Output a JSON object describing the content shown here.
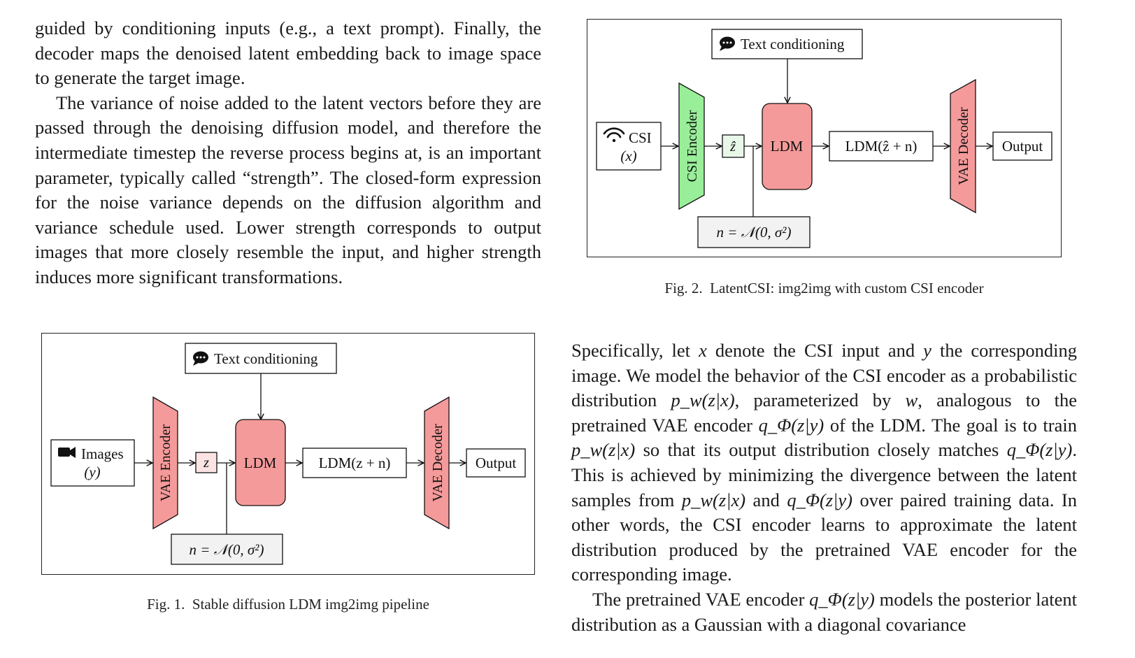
{
  "left_column": {
    "para1": "guided by conditioning inputs (e.g., a text prompt). Finally, the decoder maps the denoised latent embedding back to image space to generate the target image.",
    "para2": "The variance of noise added to the latent vectors before they are passed through the denoising diffusion model, and therefore the intermediate timestep the reverse process begins at, is an important parameter, typically called “strength”. The closed-form expression for the noise variance depends on the diffusion algorithm and variance schedule used. Lower strength corresponds to output images that more closely re­semble the input, and higher strength induces more significant transformations."
  },
  "fig1": {
    "caption": "Fig. 1.  Stable diffusion LDM img2img pipeline",
    "text_conditioning": "Text conditioning",
    "input_label": "Images",
    "input_var": "(y)",
    "encoder": "VAE Encoder",
    "latent": "z",
    "ldm": "LDM",
    "ldm_out": "LDM(z + n)",
    "decoder": "VAE Decoder",
    "output": "Output",
    "noise": "n = 𝒩(0, σ²)",
    "colors": {
      "red": "#f59a9a",
      "pink_box": "#fde4e4",
      "gray_box": "#f2f2f2"
    },
    "icons": {
      "conditioning": "speech-bubble-icon",
      "input": "video-camera-icon"
    }
  },
  "fig2": {
    "caption": "Fig. 2.  LatentCSI: img2img with custom CSI encoder",
    "text_conditioning": "Text conditioning",
    "input_label": "CSI",
    "input_var": "(x)",
    "encoder": "CSI Encoder",
    "latent": "ẑ",
    "ldm": "LDM",
    "ldm_out": "LDM(ẑ + n)",
    "decoder": "VAE Decoder",
    "output": "Output",
    "noise": "n = 𝒩(0, σ²)",
    "colors": {
      "green": "#99ee99",
      "green_box": "#e8f8e8",
      "red": "#f59a9a",
      "gray_box": "#f2f2f2"
    },
    "icons": {
      "conditioning": "speech-bubble-icon",
      "input": "wifi-icon"
    }
  },
  "right_column": {
    "s1": "Specifically, let ",
    "x1": "x",
    "s2": " denote the CSI input and ",
    "y1": "y",
    "s3": " the corre­sponding image. We model the behavior of the CSI encoder as a probabilistic distribution ",
    "pw1": "p_w(z|x)",
    "s4": ", parameterized by ",
    "w1": "w",
    "s5": ", analogous to the pretrained VAE encoder ",
    "q1": "q_Φ(z|y)",
    "s6": " of the LDM. The goal is to train ",
    "pw2": "p_w(z|x)",
    "s7": " so that its output distribution closely matches ",
    "q2": "q_Φ(z|y)",
    "s8": ". This is achieved by minimizing the divergence between the latent samples from ",
    "pw3": "p_w(z|x)",
    "s9": " and ",
    "q3": "q_Φ(z|y)",
    "s10": " over paired training data. In other words, the CSI encoder learns to approximate the latent distribution produced by the pretrained VAE encoder for the corresponding image.",
    "p2a": "The pretrained VAE encoder ",
    "q4": "q_Φ(z|y)",
    "p2b": " models the posterior latent distribution as a Gaussian with a diagonal covariance"
  }
}
